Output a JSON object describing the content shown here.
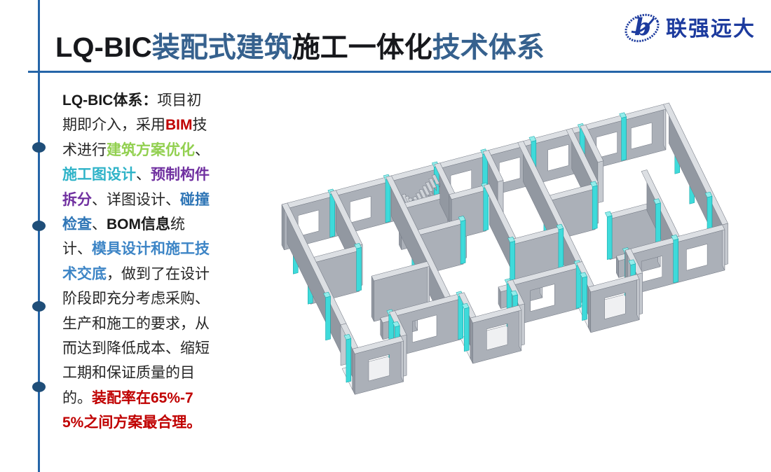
{
  "title": {
    "segments": [
      {
        "text": "LQ-BIC",
        "color": "#17181C"
      },
      {
        "text": "装配式建筑",
        "color": "#36618E"
      },
      {
        "text": "施工一体化",
        "color": "#17181C"
      },
      {
        "text": "技术体系",
        "color": "#36618E"
      }
    ]
  },
  "logo": {
    "name": "联强远大",
    "color": "#1D3B9E",
    "emblem_icon": "lb-ellipse-monogram"
  },
  "decor": {
    "line_color": "#2565A8",
    "dot_color": "#1F4E79",
    "dot_ys": [
      210,
      322,
      437,
      552
    ]
  },
  "sidebar_text": {
    "segments": [
      {
        "text": "LQ-BIC体系：",
        "color": "#1A1A1A",
        "bold": true,
        "sans": true
      },
      {
        "text": "项目初期即介入，采用"
      },
      {
        "text": "BIM",
        "color": "#C00000",
        "bold": true,
        "sans": true
      },
      {
        "text": "技术进行"
      },
      {
        "text": "建筑方案优化",
        "color": "#92D050",
        "bold": true,
        "sans": true
      },
      {
        "text": "、"
      },
      {
        "text": "施工图设计",
        "color": "#2FB3C8",
        "bold": true,
        "sans": true
      },
      {
        "text": "、"
      },
      {
        "text": "预制构件拆分",
        "color": "#7030A0",
        "bold": true,
        "sans": true
      },
      {
        "text": "、详图设计、"
      },
      {
        "text": "碰撞检查",
        "color": "#2E75B6",
        "bold": true,
        "sans": true
      },
      {
        "text": "、"
      },
      {
        "text": "BOM信息",
        "color": "#1A1A1A",
        "bold": true,
        "sans": true
      },
      {
        "text": "统计、"
      },
      {
        "text": "模具设计和施工技术交底",
        "color": "#3D85C6",
        "bold": true,
        "sans": true
      },
      {
        "text": "，做到了在设计阶段即充分考虑采购、生产和施工的要求，从而达到降低成本、缩短工期和保证质量的目的。"
      },
      {
        "text": "装配率在65%-75%之间方案最合理。",
        "color": "#C00000",
        "bold": true,
        "sans": true
      }
    ]
  },
  "model": {
    "description_icon": "isometric-precast-bim-model",
    "colors": {
      "top": "#DCDFE3",
      "uFace": "#ABB0B8",
      "vFace": "#9298A1",
      "uEnd": "#C6CAD0",
      "stroke": "#6F7580",
      "cyanTop": "#93EDEB",
      "cyanFront": "#3EDADA",
      "cyanSide": "#1FBFC1",
      "cyanStroke": "#0E9FA3",
      "floor": "#EFF0F2",
      "stairTop": "#CFD3D8",
      "stairRiser": "#AEB3BA"
    },
    "proj": {
      "ox": 402,
      "oy": 350,
      "ux": 9.9,
      "uy": -2.6,
      "vx": 4.2,
      "vy": 8.6,
      "wallH": 58
    },
    "walls": [
      {
        "x": "u",
        "a": 0,
        "b": 0,
        "l": 7,
        "o": [
          [
            2,
            3
          ]
        ]
      },
      {
        "x": "u",
        "a": 7,
        "b": 0,
        "l": 8,
        "o": [
          [
            2.5,
            3
          ]
        ]
      },
      {
        "x": "u",
        "a": 15,
        "b": 0,
        "l": 7,
        "o": []
      },
      {
        "x": "u",
        "a": 22,
        "b": 0,
        "l": 7,
        "o": [
          [
            2,
            3
          ]
        ]
      },
      {
        "x": "u",
        "a": 29,
        "b": 0,
        "l": 7,
        "o": [
          [
            2,
            3
          ]
        ]
      },
      {
        "x": "u",
        "a": 36,
        "b": 0,
        "l": 7,
        "o": [
          [
            2,
            3
          ]
        ]
      },
      {
        "x": "u",
        "a": 43,
        "b": 0,
        "l": 12,
        "o": [
          [
            2,
            3
          ],
          [
            7,
            3
          ]
        ]
      },
      {
        "x": "v",
        "a": 0,
        "b": 0,
        "l": 20
      },
      {
        "x": "v",
        "a": 7,
        "b": 0,
        "l": 9
      },
      {
        "x": "v",
        "a": 15,
        "b": 0,
        "l": 20
      },
      {
        "x": "v",
        "a": 22,
        "b": 0,
        "l": 9
      },
      {
        "x": "v",
        "a": 29,
        "b": 0,
        "l": 5
      },
      {
        "x": "v",
        "a": 34,
        "b": 0,
        "l": 20
      },
      {
        "x": "v",
        "a": 41,
        "b": 0,
        "l": 9
      },
      {
        "x": "v",
        "a": 43,
        "b": 0,
        "l": 6
      },
      {
        "x": "v",
        "a": 55,
        "b": 0,
        "l": 20
      },
      {
        "x": "u",
        "a": 15,
        "b": 4.5,
        "l": 7
      },
      {
        "x": "u",
        "a": 0,
        "b": 9,
        "l": 7
      },
      {
        "x": "u",
        "a": 15,
        "b": 9,
        "l": 7
      },
      {
        "x": "u",
        "a": 34,
        "b": 9,
        "l": 7
      },
      {
        "x": "v",
        "a": 27,
        "b": 5,
        "l": 9
      },
      {
        "x": "u",
        "a": 22,
        "b": 5,
        "l": 5
      },
      {
        "x": "u",
        "a": 7,
        "b": 14,
        "l": 8
      },
      {
        "x": "u",
        "a": 27,
        "b": 14,
        "l": 7
      },
      {
        "x": "u",
        "a": 41,
        "b": 14,
        "l": 7
      },
      {
        "x": "v",
        "a": 48,
        "b": 9,
        "l": 11
      },
      {
        "x": "u",
        "a": 7,
        "b": 17,
        "l": 5,
        "h": 24
      },
      {
        "x": "u",
        "a": 24,
        "b": 17,
        "l": 6,
        "h": 24
      },
      {
        "x": "u",
        "a": 41,
        "b": 17,
        "l": 6,
        "h": 24
      },
      {
        "x": "u",
        "a": 7,
        "b": 20,
        "l": 10,
        "o": [
          [
            3,
            3.5
          ]
        ]
      },
      {
        "x": "u",
        "a": 24,
        "b": 20,
        "l": 10,
        "o": [
          [
            3,
            3.5
          ]
        ]
      },
      {
        "x": "u",
        "a": 41,
        "b": 20,
        "l": 14,
        "o": [
          [
            2,
            3
          ],
          [
            8.5,
            3
          ]
        ]
      },
      {
        "x": "v",
        "a": 0,
        "b": 20,
        "l": 4
      },
      {
        "x": "v",
        "a": 7,
        "b": 20,
        "l": 4
      },
      {
        "x": "u",
        "a": 0,
        "b": 24,
        "l": 7,
        "o": [
          [
            2,
            3
          ]
        ]
      },
      {
        "x": "v",
        "a": 17,
        "b": 20,
        "l": 4
      },
      {
        "x": "v",
        "a": 24,
        "b": 20,
        "l": 4
      },
      {
        "x": "u",
        "a": 17,
        "b": 24,
        "l": 7,
        "o": [
          [
            2,
            3
          ]
        ]
      },
      {
        "x": "v",
        "a": 34,
        "b": 20,
        "l": 4
      },
      {
        "x": "v",
        "a": 41,
        "b": 20,
        "l": 4
      },
      {
        "x": "u",
        "a": 34,
        "b": 24,
        "l": 7,
        "o": [
          [
            2,
            3
          ]
        ]
      }
    ],
    "strips": [
      [
        7,
        0
      ],
      [
        15,
        0
      ],
      [
        22,
        0
      ],
      [
        29,
        0
      ],
      [
        36,
        0
      ],
      [
        43,
        0
      ],
      [
        49,
        0
      ],
      [
        0,
        4
      ],
      [
        55,
        4
      ],
      [
        0,
        9
      ],
      [
        7,
        9
      ],
      [
        15,
        9
      ],
      [
        22,
        9
      ],
      [
        34,
        9
      ],
      [
        41,
        9
      ],
      [
        55,
        9
      ],
      [
        27,
        5
      ],
      [
        27,
        14
      ],
      [
        34,
        14
      ],
      [
        41,
        14
      ],
      [
        48,
        14
      ],
      [
        0,
        15
      ],
      [
        55,
        15
      ],
      [
        7,
        20
      ],
      [
        17,
        20
      ],
      [
        24,
        20
      ],
      [
        34,
        20
      ],
      [
        41,
        20
      ],
      [
        48,
        20
      ],
      [
        0,
        22
      ],
      [
        7,
        22
      ],
      [
        17,
        22
      ],
      [
        24,
        22
      ],
      [
        34,
        22
      ],
      [
        41,
        22
      ]
    ],
    "floors": [
      [
        0,
        20.5,
        7,
        3.5
      ],
      [
        17,
        20.5,
        7,
        3.5
      ],
      [
        34,
        20.5,
        7,
        3.5
      ],
      [
        15.8,
        5.5,
        6.4,
        3.5
      ]
    ],
    "stairs": {
      "a0": 16.2,
      "treads": 12,
      "tw": 0.46,
      "flights": [
        {
          "b1": 0.9,
          "b2": 2.4,
          "dir": "up"
        },
        {
          "b1": 2.6,
          "b2": 4.1,
          "dir": "down"
        }
      ]
    }
  }
}
